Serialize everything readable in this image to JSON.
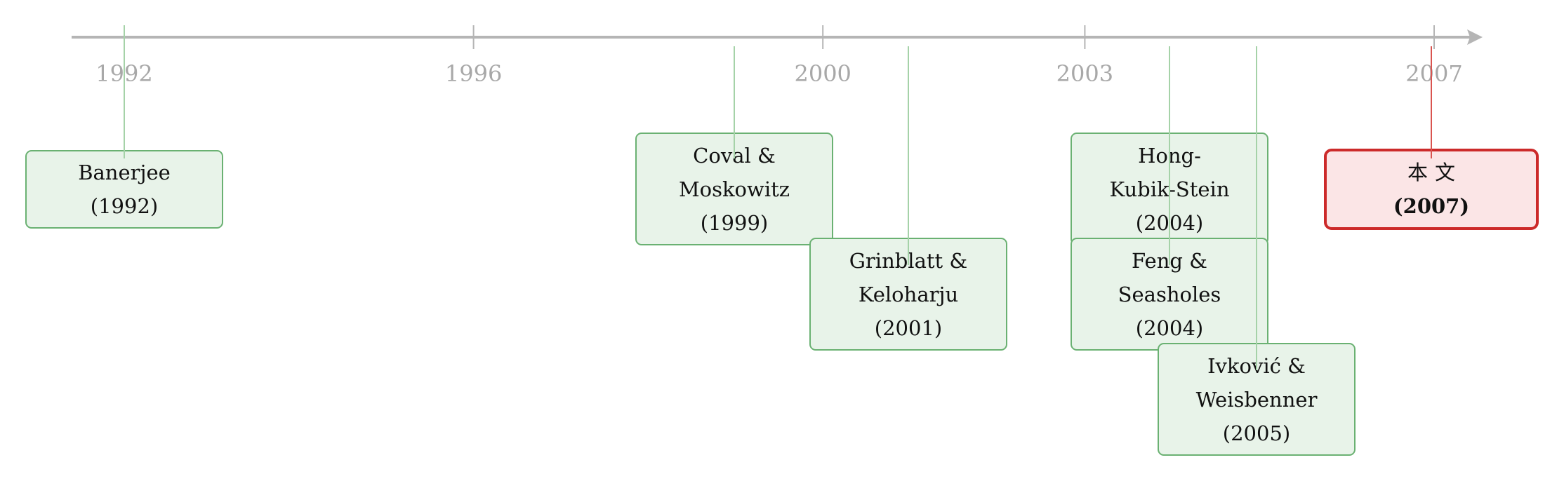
{
  "axis": {
    "years": [
      "1992",
      "1996",
      "2000",
      "2003",
      "2007"
    ],
    "colors": {
      "axis": "#b5b5b5",
      "tick_label": "#a8a8a8",
      "box_border": "#6ab172",
      "box_fill": "#e8f3e9",
      "connector": "#a5d2a8",
      "highlight_border": "#cc2a2a",
      "highlight_fill": "#fbe5e6",
      "highlight_connector": "#d9534f"
    }
  },
  "events": [
    {
      "name_lines": [
        "Banerjee"
      ],
      "year_label": "(1992)",
      "year": 1992,
      "highlight": false
    },
    {
      "name_lines": [
        "Coval &",
        "Moskowitz"
      ],
      "year_label": "(1999)",
      "year": 1999,
      "highlight": false
    },
    {
      "name_lines": [
        "Grinblatt &",
        "Keloharju"
      ],
      "year_label": "(2001)",
      "year": 2001,
      "highlight": false
    },
    {
      "name_lines": [
        "Hong-",
        "Kubik-Stein"
      ],
      "year_label": "(2004)",
      "year": 2004,
      "highlight": false
    },
    {
      "name_lines": [
        "Feng &",
        "Seasholes"
      ],
      "year_label": "(2004)",
      "year": 2004,
      "highlight": false
    },
    {
      "name_lines": [
        "Ivković &",
        "Weisbenner"
      ],
      "year_label": "(2005)",
      "year": 2005,
      "highlight": false
    },
    {
      "name_lines": [
        "本文"
      ],
      "year_label": "(2007)",
      "year": 2007,
      "highlight": true
    }
  ]
}
